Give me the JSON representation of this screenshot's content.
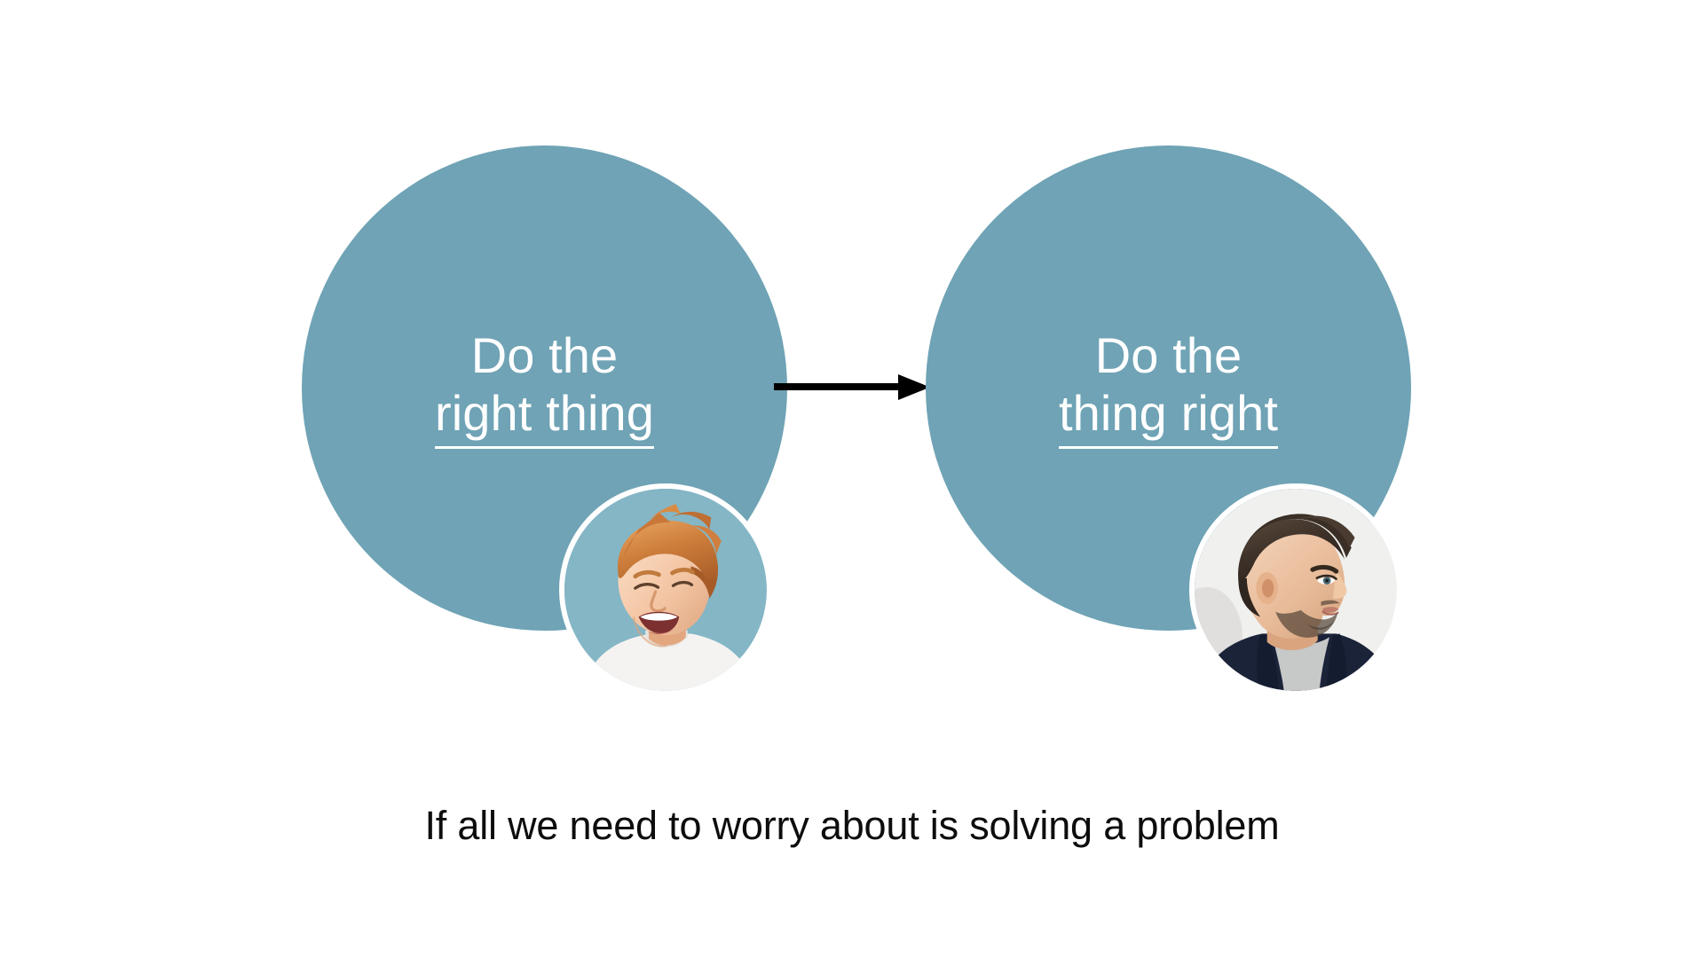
{
  "slide": {
    "background_color": "#ffffff",
    "accent_color": "#6fa3b5",
    "text_on_accent_color": "#ffffff",
    "caption_color": "#0d0d0d"
  },
  "concepts": [
    {
      "id": "do-the-right-thing",
      "line1": "Do the",
      "line2": "right thing",
      "line2_underlined": true,
      "avatar": {
        "name": "smiling-man-ginger-hair-avatar",
        "description": "Laughing man with ginger hair in white t-shirt on light blue background"
      }
    },
    {
      "id": "do-the-thing-right",
      "line1": "Do the",
      "line2": "thing right",
      "line2_underlined": true,
      "avatar": {
        "name": "man-dark-hair-profile-avatar",
        "description": "Man with dark hair and stubble in navy jacket and grey t-shirt, profile view on light grey background"
      }
    }
  ],
  "arrow": {
    "name": "right-arrow",
    "direction": "right",
    "color": "#000000"
  },
  "caption": {
    "text": "If all we need to worry about is solving a problem"
  }
}
